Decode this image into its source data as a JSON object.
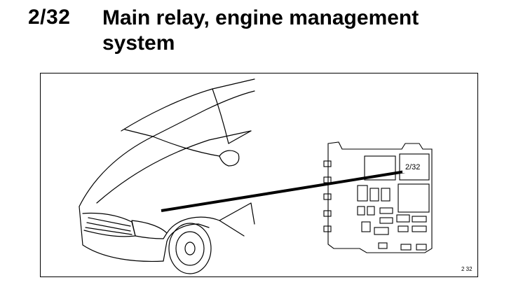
{
  "heading": {
    "code": "2/32",
    "title": "Main relay, engine management system"
  },
  "figure": {
    "callout_label": "2/32",
    "figure_id": "2 32"
  }
}
